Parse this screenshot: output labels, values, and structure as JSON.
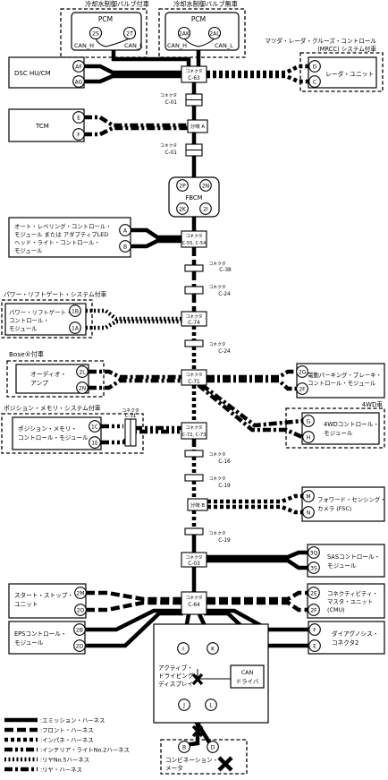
{
  "pcm_boxes": {
    "left": {
      "header": "冷却水制御バルブ付車",
      "title": "PCM",
      "pins": [
        "2S",
        "2T"
      ],
      "can_labels": [
        "CAN_H",
        "CAN_L"
      ]
    },
    "right": {
      "header": "冷却水制御バルブ無車",
      "title": "PCM",
      "pins": [
        "2AK",
        "2AL"
      ],
      "can_labels": [
        "CAN_H",
        "CAN_L"
      ]
    }
  },
  "modules_left": [
    {
      "id": "dsc",
      "label": [
        "DSC HU/CM"
      ],
      "pins": [
        "AF",
        "AG"
      ]
    },
    {
      "id": "tcm",
      "label": [
        "TCM"
      ],
      "pins": [
        "E",
        "F"
      ]
    },
    {
      "id": "afs",
      "label": [
        "オート・レベリング・コントロール・",
        "モジュール または アダプティブLED",
        "ヘッド・ライト・コントロール・",
        "モジュール"
      ],
      "pins": [
        "A",
        "B"
      ]
    },
    {
      "id": "power-liftgate",
      "header": "パワー・リフトゲート・システム付車",
      "label": [
        "パワー・リフトゲート・",
        "コントロール・",
        "モジュール"
      ],
      "pins": [
        "1B",
        "1A"
      ]
    },
    {
      "id": "audio",
      "header": "Bose®付車",
      "label": [
        "オーディオ・",
        "アンプ"
      ],
      "pins": [
        "2L",
        "2N"
      ]
    },
    {
      "id": "position-memory",
      "header": "ポジション・メモリ・システム付車",
      "label": [
        "ポジション・メモリ・",
        "コントロール・モジュール"
      ],
      "pins": [
        "1C",
        "1E"
      ],
      "extra_connector": [
        "コネクタ",
        "C-31"
      ]
    },
    {
      "id": "start-stop",
      "label": [
        "スタート・ストップ・",
        "ユニット"
      ],
      "pins": [
        "2M",
        "2O"
      ]
    },
    {
      "id": "eps",
      "label": [
        "EPSコントロール・",
        "モジュール"
      ],
      "pins": [
        "2B",
        "2D"
      ]
    }
  ],
  "modules_right": [
    {
      "id": "radar",
      "header": [
        "マツダ・レーダ・クルーズ・コントロール",
        "(MRCC) システム付車"
      ],
      "label": [
        "レーダ・ユニット"
      ],
      "pins": [
        "D",
        "C"
      ]
    },
    {
      "id": "epb",
      "label": [
        "電動パーキング・ブレーキ・",
        "コントロール・モジュール"
      ],
      "pins": [
        "2G",
        "2F"
      ]
    },
    {
      "id": "4wd",
      "header": "4WD車",
      "label": [
        "4WDコントロール・",
        "モジュール"
      ],
      "pins": [
        "G",
        "H"
      ]
    },
    {
      "id": "fsc",
      "label": [
        "フォワード・センシング・",
        "カメラ (FSC)"
      ],
      "pins": [
        "M",
        "N"
      ]
    },
    {
      "id": "sas",
      "label": [
        "SASコントロール・",
        "モジュール"
      ],
      "pins": [
        "3Q",
        "3S"
      ]
    },
    {
      "id": "cmu",
      "label": [
        "コネクティビティ・",
        "マスタ・ユニット",
        "(CMU)"
      ],
      "pins": [
        "2E",
        "2F"
      ]
    },
    {
      "id": "dlc",
      "label": [
        "ダイアグノシス・",
        "コネクタ2"
      ],
      "pins": [
        "F",
        "E"
      ]
    }
  ],
  "center": {
    "connectors": [
      {
        "id": "c63",
        "lines": [
          "コネクタ",
          "C-63"
        ]
      },
      {
        "id": "c01a",
        "lines": [
          "コネクタ",
          "C-01"
        ]
      },
      {
        "id": "junction-a",
        "lines": [
          "分岐 A"
        ]
      },
      {
        "id": "c01b",
        "lines": [
          "コネクタ",
          "C-01"
        ]
      },
      {
        "id": "c55",
        "lines": [
          "コネクタ",
          "C-55, C-54"
        ]
      },
      {
        "id": "c38",
        "lines": [
          "コネクタ",
          "C-38"
        ]
      },
      {
        "id": "c24a",
        "lines": [
          "コネクタ",
          "C-24"
        ]
      },
      {
        "id": "c74",
        "lines": [
          "コネクタ",
          "C-74"
        ]
      },
      {
        "id": "c24b",
        "lines": [
          "コネクタ",
          "C-24"
        ]
      },
      {
        "id": "c71",
        "lines": [
          "コネクタ",
          "C-71"
        ]
      },
      {
        "id": "c72",
        "lines": [
          "コネクタ",
          "C-72, C-73"
        ]
      },
      {
        "id": "c16",
        "lines": [
          "コネクタ",
          "C-16"
        ]
      },
      {
        "id": "c19a",
        "lines": [
          "コネクタ",
          "C-19"
        ]
      },
      {
        "id": "junction-b",
        "lines": [
          "分岐 B"
        ]
      },
      {
        "id": "c19b",
        "lines": [
          "コネクタ",
          "C-19"
        ]
      },
      {
        "id": "c03",
        "lines": [
          "コネクタ",
          "C-03"
        ]
      },
      {
        "id": "c64",
        "lines": [
          "コネクタ",
          "C-64"
        ]
      }
    ],
    "fbcm": {
      "title": "FBCM",
      "pins": [
        "2P",
        "2N",
        "2K",
        "2I"
      ]
    },
    "adisplay": {
      "label": [
        "アクティブ・",
        "ドライビング・",
        "ディスプレイ"
      ],
      "pins": [
        "I",
        "K",
        "J",
        "L"
      ],
      "can_driver": [
        "CAN",
        "ドライバ"
      ]
    },
    "meter": {
      "label": [
        "コンビネーション・",
        "メータ"
      ],
      "pins": [
        "B",
        "D"
      ]
    }
  },
  "legend": [
    {
      "style": "emission",
      "label": ":エミッション・ハーネス"
    },
    {
      "style": "front",
      "label": ":フロント・ハーネス"
    },
    {
      "style": "inpanel",
      "label": ":インパネ・ハーネス"
    },
    {
      "style": "interior",
      "label": ":インテリア・ライトNo.2ハーネス"
    },
    {
      "style": "rear-door",
      "label": ":リヤNo.5ハーネス"
    },
    {
      "style": "rear",
      "label": ":リヤ・ハーネス"
    }
  ],
  "icons": {
    "fault_mark": "x-mark-icon"
  }
}
